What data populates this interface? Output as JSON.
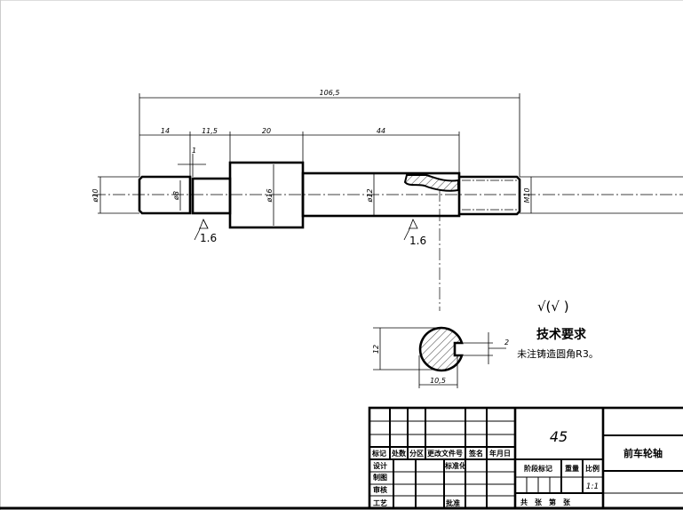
{
  "drawing": {
    "dimensions": {
      "overall_length": "106,5",
      "seg1": "14",
      "seg2": "11,5",
      "seg3": "20",
      "seg4": "44",
      "groove": "1",
      "dia_left": "ø10",
      "dia_groove": "ø8",
      "dia_collar": "ø16",
      "dia_shaft": "ø12",
      "thread": "M10",
      "section_height": "12",
      "section_width": "10,5",
      "keyway_width": "2"
    },
    "roughness": [
      "1.6",
      "1.6"
    ],
    "general_roughness": "√(√ )",
    "notes_title": "技术要求",
    "notes_text": "未注铸造圆角R3。"
  },
  "title_block": {
    "material": "45",
    "part_name": "前车轮轴",
    "headers": [
      "标记",
      "处数",
      "分区",
      "更改文件号",
      "签名",
      "年月日"
    ],
    "rows": [
      "设计",
      "制图",
      "审核",
      "工艺"
    ],
    "standardization": "标准化",
    "approve": "批准",
    "stage_mark": "阶段标记",
    "weight": "重量",
    "scale_label": "比例",
    "scale": "1:1",
    "sheets": "共　张　第　张"
  }
}
